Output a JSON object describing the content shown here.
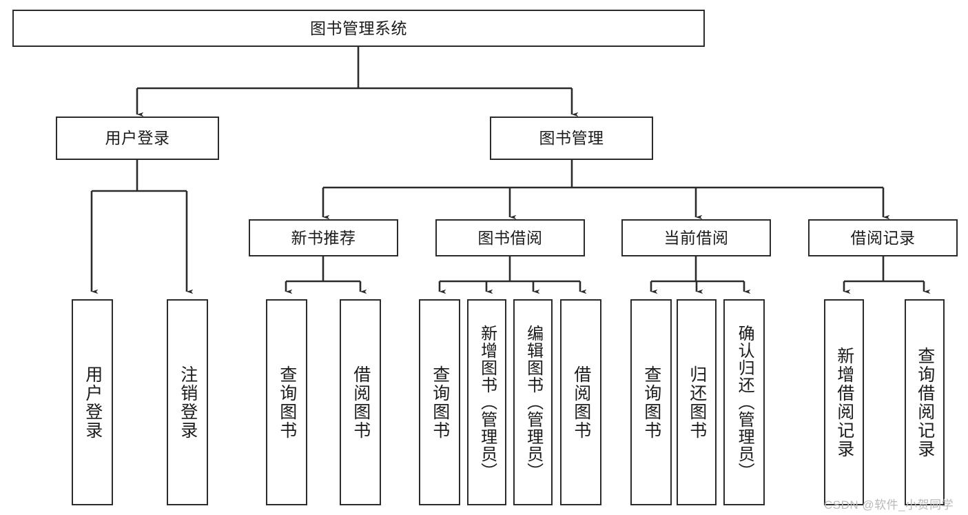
{
  "diagram": {
    "type": "tree-flowchart",
    "title": "图书管理系统",
    "watermark": "CSDN @软件_小贺同学",
    "colors": {
      "box_border": "#2b2b2b",
      "box_fill": "#ffffff",
      "connector": "#2b2b2b",
      "text": "#1b1b1b",
      "watermark": "#b9b9b9"
    },
    "nodes": {
      "root": {
        "label": "图书管理系统",
        "level": 1,
        "orientation": "horizontal"
      },
      "l2_user_login": {
        "label": "用户登录",
        "level": 2,
        "orientation": "horizontal"
      },
      "l2_book_manage": {
        "label": "图书管理",
        "level": 2,
        "orientation": "horizontal"
      },
      "l3_new_book_rec": {
        "label": "新书推荐",
        "level": 3,
        "orientation": "horizontal"
      },
      "l3_book_borrow": {
        "label": "图书借阅",
        "level": 3,
        "orientation": "horizontal"
      },
      "l3_current_borrow": {
        "label": "当前借阅",
        "level": 3,
        "orientation": "horizontal"
      },
      "l3_borrow_record": {
        "label": "借阅记录",
        "level": 3,
        "orientation": "horizontal"
      },
      "leaf_user_login": {
        "label": "用户登录",
        "level": 3,
        "orientation": "vertical"
      },
      "leaf_logout": {
        "label": "注销登录",
        "level": 3,
        "orientation": "vertical"
      },
      "leaf_query_book_1": {
        "label": "查询图书",
        "level": 4,
        "orientation": "vertical"
      },
      "leaf_borrow_book_1": {
        "label": "借阅图书",
        "level": 4,
        "orientation": "vertical"
      },
      "leaf_query_book_2": {
        "label": "查询图书",
        "level": 4,
        "orientation": "vertical"
      },
      "leaf_add_book": {
        "label": "新增图书（管理员）",
        "level": 4,
        "orientation": "vertical"
      },
      "leaf_edit_book": {
        "label": "编辑图书（管理员）",
        "level": 4,
        "orientation": "vertical"
      },
      "leaf_borrow_book_2": {
        "label": "借阅图书",
        "level": 4,
        "orientation": "vertical"
      },
      "leaf_query_book_3": {
        "label": "查询图书",
        "level": 4,
        "orientation": "vertical"
      },
      "leaf_return_book": {
        "label": "归还图书",
        "level": 4,
        "orientation": "vertical"
      },
      "leaf_confirm_return": {
        "label": "确认归还（管理员）",
        "level": 4,
        "orientation": "vertical"
      },
      "leaf_add_record": {
        "label": "新增借阅记录",
        "level": 4,
        "orientation": "vertical"
      },
      "leaf_query_record": {
        "label": "查询借阅记录",
        "level": 4,
        "orientation": "vertical"
      }
    },
    "edges": [
      {
        "from": "root",
        "to": "l2_user_login"
      },
      {
        "from": "root",
        "to": "l2_book_manage"
      },
      {
        "from": "l2_user_login",
        "to": "leaf_user_login"
      },
      {
        "from": "l2_user_login",
        "to": "leaf_logout"
      },
      {
        "from": "l2_book_manage",
        "to": "l3_new_book_rec"
      },
      {
        "from": "l2_book_manage",
        "to": "l3_book_borrow"
      },
      {
        "from": "l2_book_manage",
        "to": "l3_current_borrow"
      },
      {
        "from": "l2_book_manage",
        "to": "l3_borrow_record"
      },
      {
        "from": "l3_new_book_rec",
        "to": "leaf_query_book_1"
      },
      {
        "from": "l3_new_book_rec",
        "to": "leaf_borrow_book_1"
      },
      {
        "from": "l3_book_borrow",
        "to": "leaf_query_book_2"
      },
      {
        "from": "l3_book_borrow",
        "to": "leaf_add_book"
      },
      {
        "from": "l3_book_borrow",
        "to": "leaf_edit_book"
      },
      {
        "from": "l3_book_borrow",
        "to": "leaf_borrow_book_2"
      },
      {
        "from": "l3_current_borrow",
        "to": "leaf_query_book_3"
      },
      {
        "from": "l3_current_borrow",
        "to": "leaf_return_book"
      },
      {
        "from": "l3_current_borrow",
        "to": "leaf_confirm_return"
      },
      {
        "from": "l3_borrow_record",
        "to": "leaf_add_record"
      },
      {
        "from": "l3_borrow_record",
        "to": "leaf_query_record"
      }
    ]
  }
}
